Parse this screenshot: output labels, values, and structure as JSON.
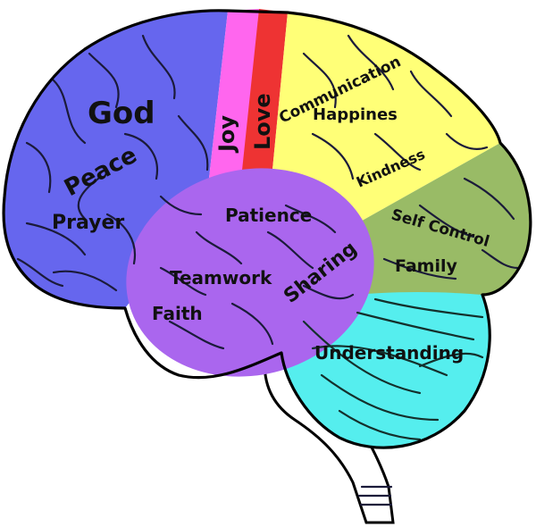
{
  "regions": [
    {
      "id": "god",
      "label": "God",
      "color": "#6666ee"
    },
    {
      "id": "peace",
      "label": "Peace",
      "color": "#6666ee"
    },
    {
      "id": "prayer",
      "label": "Prayer",
      "color": "#6666ee"
    },
    {
      "id": "joy",
      "label": "Joy",
      "color": "#ff66ee"
    },
    {
      "id": "love",
      "label": "Love",
      "color": "#ee3333"
    },
    {
      "id": "communication",
      "label": "Communication",
      "color": "#ffff77"
    },
    {
      "id": "happines",
      "label": "Happines",
      "color": "#ffff77"
    },
    {
      "id": "kindness",
      "label": "Kindness",
      "color": "#ffff77"
    },
    {
      "id": "self_control",
      "label": "Self Control",
      "color": "#99bb66"
    },
    {
      "id": "family",
      "label": "Family",
      "color": "#99bb66"
    },
    {
      "id": "patience",
      "label": "Patience",
      "color": "#aa66ee"
    },
    {
      "id": "sharing",
      "label": "Sharing",
      "color": "#aa66ee"
    },
    {
      "id": "teamwork",
      "label": "Teamwork",
      "color": "#aa66ee"
    },
    {
      "id": "faith",
      "label": "Faith",
      "color": "#aa66ee"
    },
    {
      "id": "understanding",
      "label": "Understanding",
      "color": "#55eeee"
    }
  ]
}
